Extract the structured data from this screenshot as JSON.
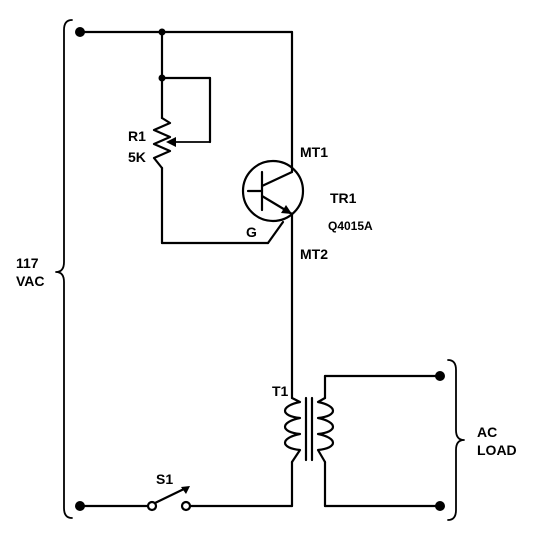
{
  "labels": {
    "r1_name": "R1",
    "r1_value": "5K",
    "mt1": "MT1",
    "tr1_name": "TR1",
    "tr1_part": "Q4015A",
    "gate": "G",
    "mt2": "MT2",
    "supply_line1": "117",
    "supply_line2": "VAC",
    "t1_name": "T1",
    "load_line1": "AC",
    "load_line2": "LOAD",
    "s1_name": "S1"
  },
  "components": {
    "potentiometer": "potentiometer-icon",
    "triac": "triac-icon",
    "transformer": "transformer-icon",
    "switch": "switch-icon"
  }
}
